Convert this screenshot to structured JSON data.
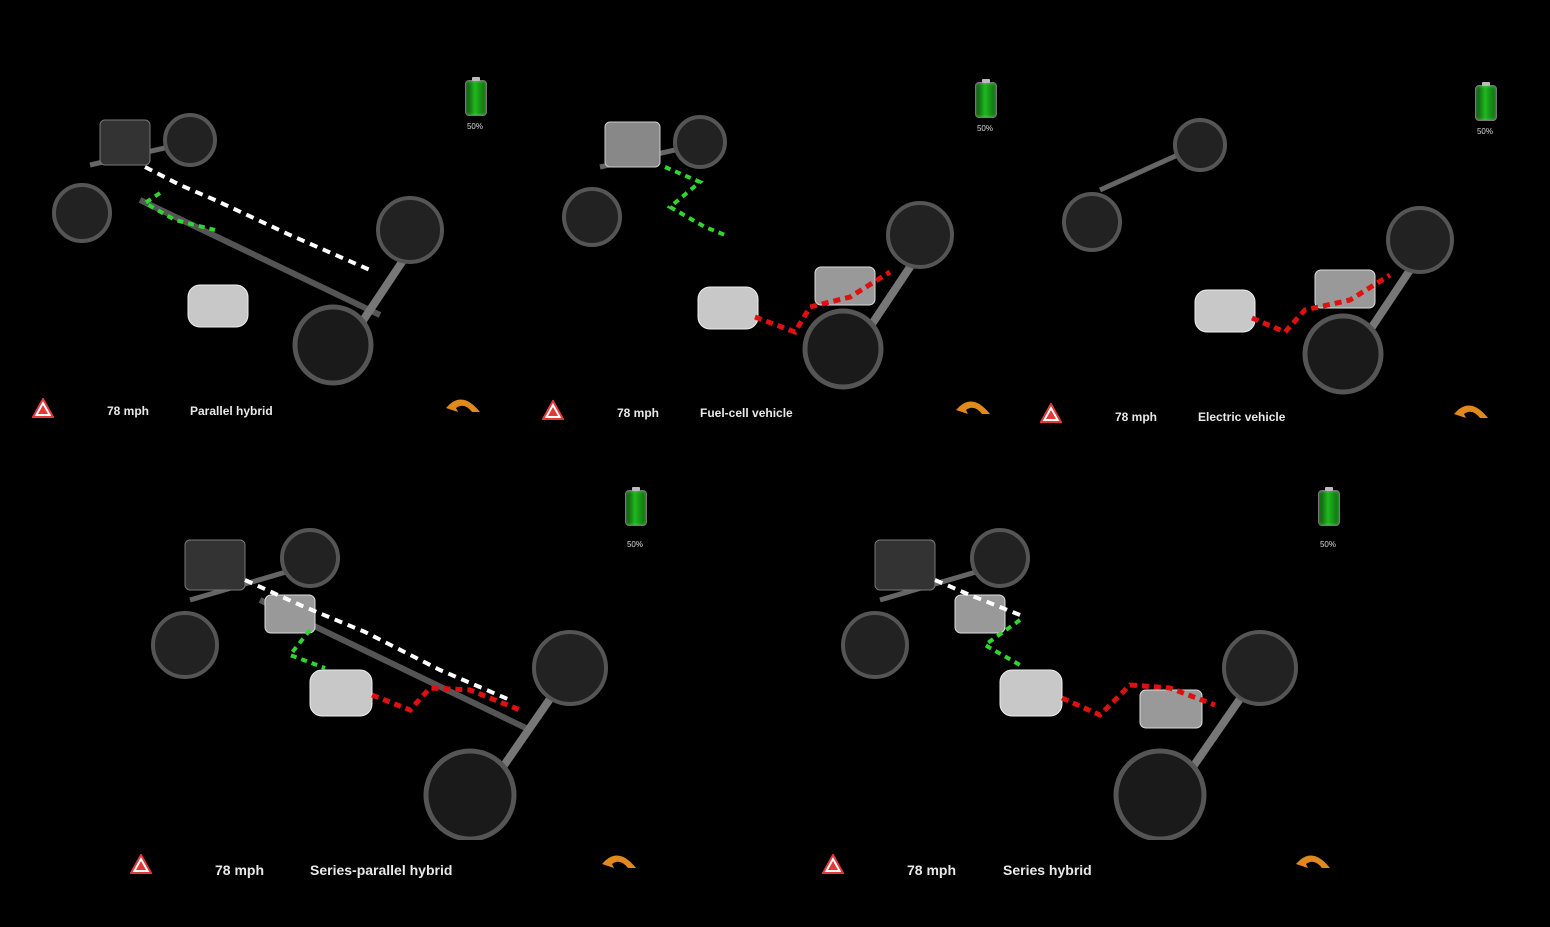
{
  "panels": [
    {
      "speed": "78 mph",
      "mode": "Parallel hybrid",
      "battery_label": "50%",
      "battery_level": 50
    },
    {
      "speed": "78 mph",
      "mode": "Fuel-cell vehicle",
      "battery_label": "50%",
      "battery_level": 50
    },
    {
      "speed": "78 mph",
      "mode": "Electric vehicle",
      "battery_label": "50%",
      "battery_level": 50
    },
    {
      "speed": "78 mph",
      "mode": "Series-parallel hybrid",
      "battery_label": "50%",
      "battery_level": 50
    },
    {
      "speed": "78 mph",
      "mode": "Series hybrid",
      "battery_label": "50%",
      "battery_level": 50
    }
  ],
  "icons": {
    "warning": "warning-triangle-icon",
    "back": "back-arrow-icon",
    "battery": "battery-icon"
  },
  "colors": {
    "electric_flow": "#e01010",
    "charge_flow": "#2fd62f",
    "mechanical_flow": "#ffffff",
    "back_arrow": "#e08a1e",
    "warning": "#e23a3a",
    "battery": "#1fb81f"
  }
}
